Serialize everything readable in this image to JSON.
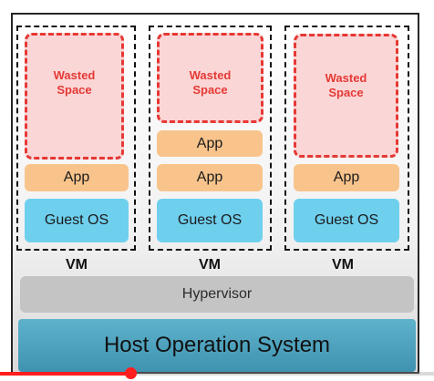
{
  "vms": [
    {
      "wasted_label": "Wasted\nSpace",
      "apps": [
        "App"
      ],
      "guest_os": "Guest OS",
      "label": "VM"
    },
    {
      "wasted_label": "Wasted\nSpace",
      "apps": [
        "App",
        "App"
      ],
      "guest_os": "Guest OS",
      "label": "VM"
    },
    {
      "wasted_label": "Wasted\nSpace",
      "apps": [
        "App"
      ],
      "guest_os": "Guest OS",
      "label": "VM"
    }
  ],
  "hypervisor": "Hypervisor",
  "host_os": "Host Operation System",
  "video_progress": 0.3,
  "colors": {
    "wasted_border": "#e53935",
    "wasted_fill": "#fbd6d6",
    "app": "#f8c48c",
    "guest_os": "#6fd0ee",
    "hypervisor": "#c4c4c4",
    "host": "#4a9fbc",
    "progress": "#ff1f1f"
  }
}
